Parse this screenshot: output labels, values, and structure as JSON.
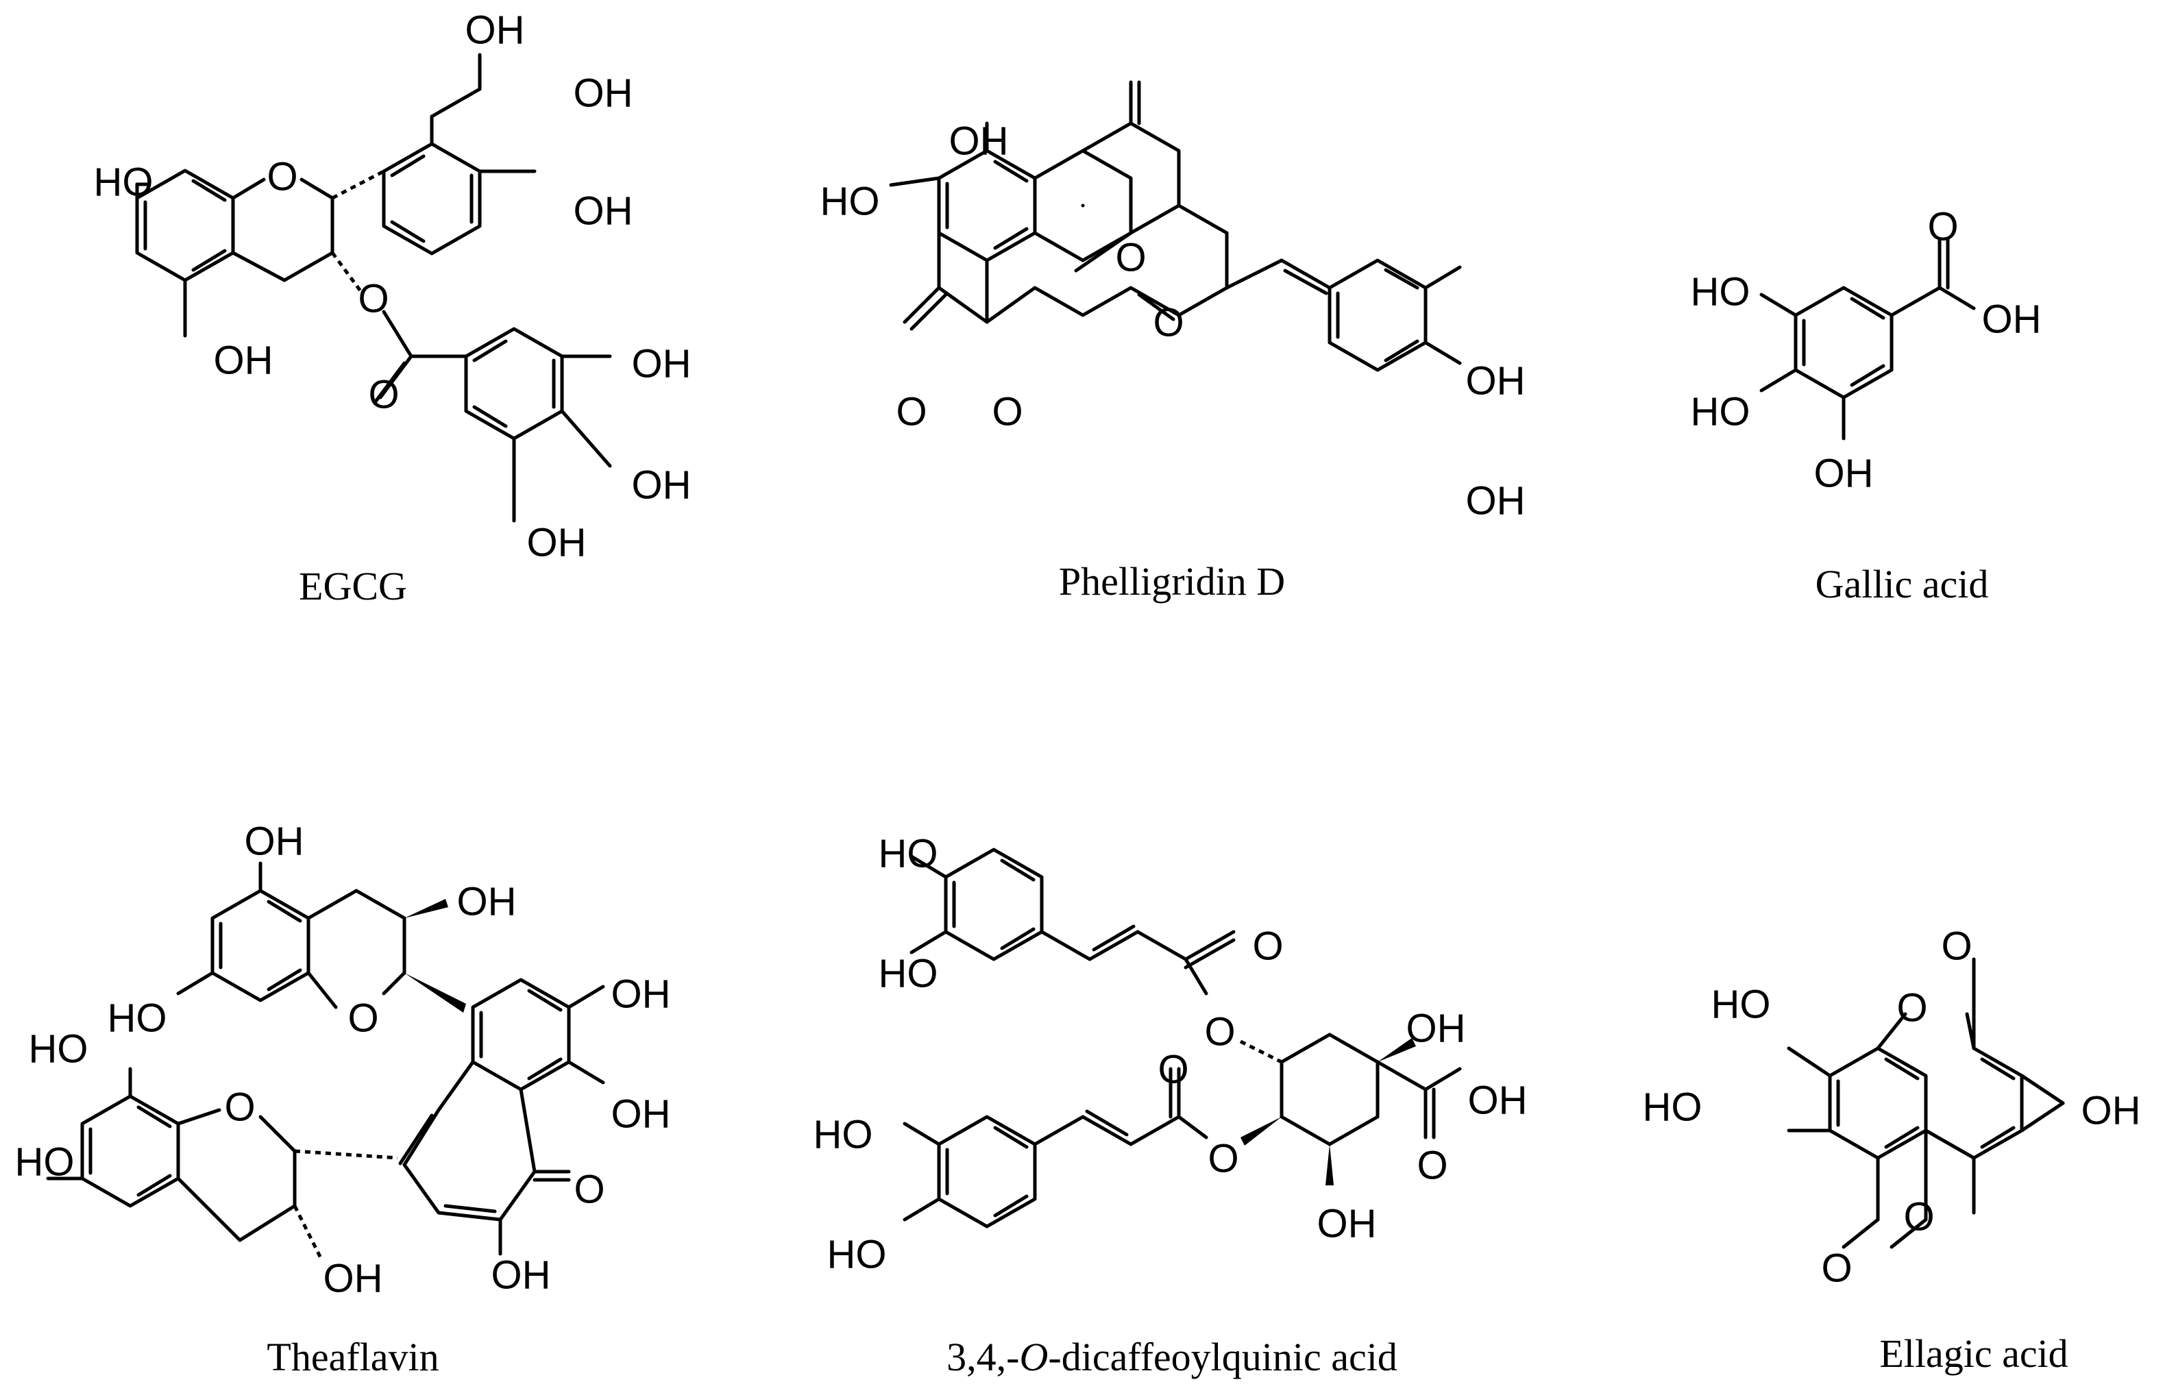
{
  "compounds": [
    {
      "key": "egcg",
      "name": "EGCG"
    },
    {
      "key": "phelligridin",
      "name": "Phelligridin D"
    },
    {
      "key": "gallic",
      "name": "Gallic acid"
    },
    {
      "key": "theaflavin",
      "name": "Theaflavin"
    },
    {
      "key": "dicaffeoyl",
      "name_prefix": "3,4,-",
      "name_italic": "O",
      "name_suffix": "-dicaffeoylquinic acid"
    },
    {
      "key": "ellagic",
      "name": "Ellagic acid"
    }
  ],
  "atom_labels": {
    "oh": "OH",
    "ho": "HO",
    "o": "O"
  }
}
